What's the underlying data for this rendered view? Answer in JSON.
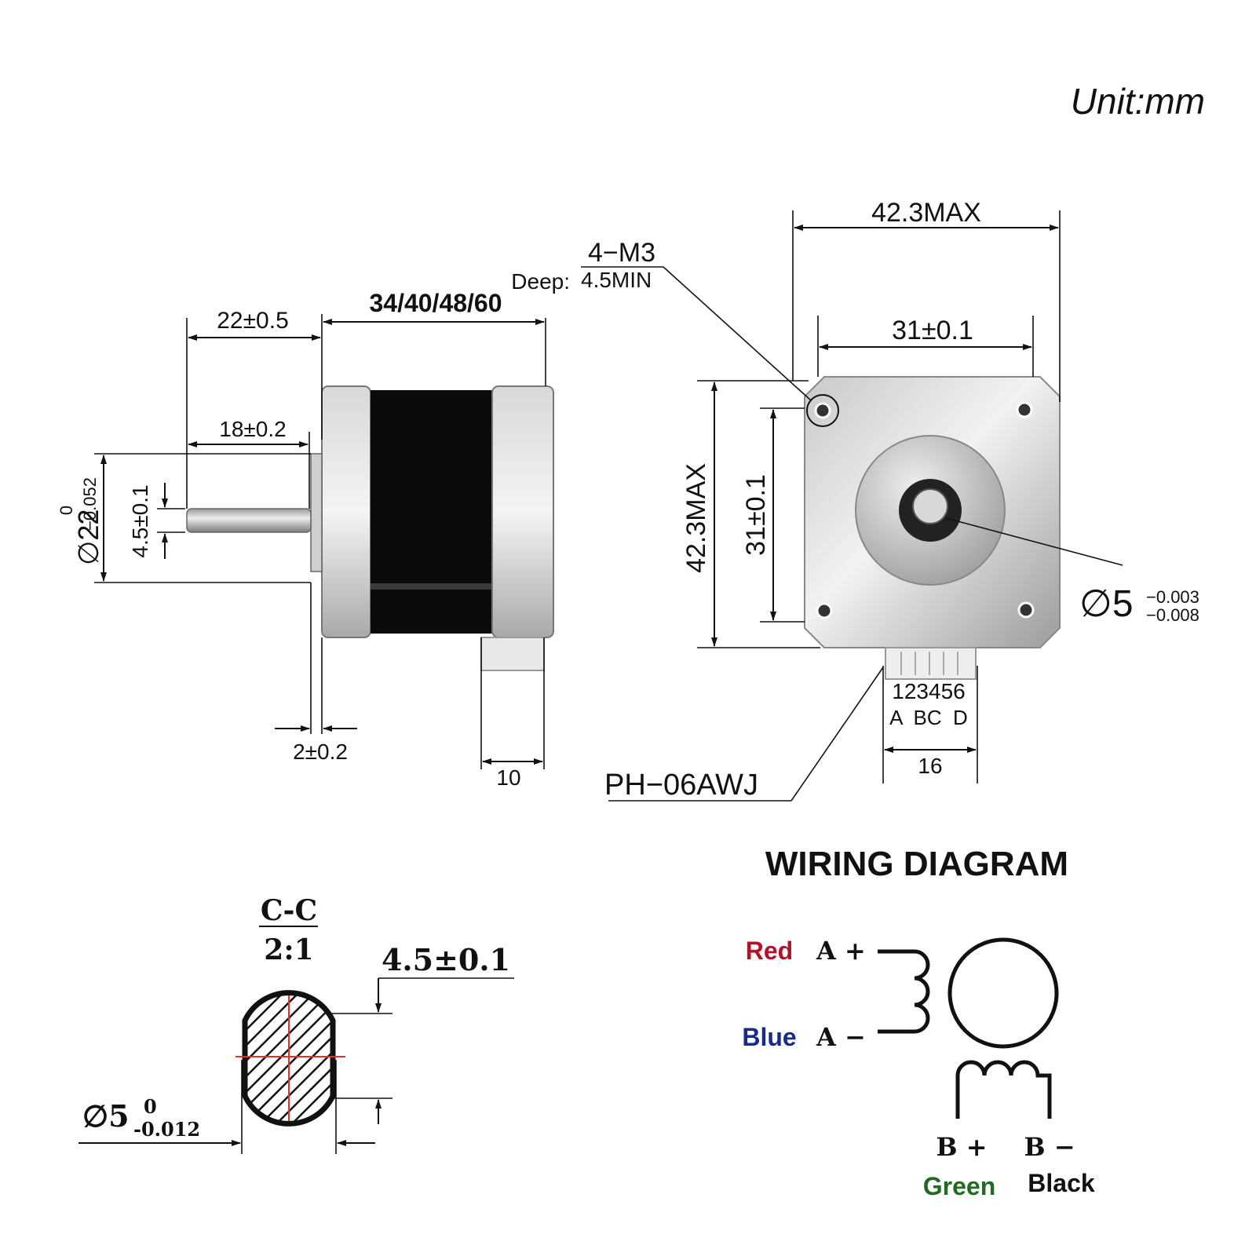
{
  "unit_label": "Unit:mm",
  "side_view": {
    "len_22": "22±0.5",
    "len_body": "34/40/48/60",
    "len_18": "18±0.2",
    "flat_45": "4.5±0.1",
    "boss_main": "∅22",
    "boss_up": "0",
    "boss_low": "−0.052",
    "boss_thk": "2±0.2",
    "conn_10": "10"
  },
  "front_view": {
    "hole_label": "4−M3",
    "deep_label": "Deep:",
    "deep_value": "4.5MIN",
    "width_max": "42.3MAX",
    "width_31": "31±0.1",
    "height_max": "42.3MAX",
    "height_31": "31±0.1",
    "shaft_main": "∅5",
    "shaft_up": "−0.003",
    "shaft_low": "−0.008",
    "pins": "123456",
    "pin_letters": "A  BC  D",
    "conn_16": "16",
    "connector": "PH−06AWJ"
  },
  "section": {
    "title": "C-C",
    "scale": "2:1",
    "flat": "4.5±0.1",
    "dia_main": "∅5",
    "dia_up": "0",
    "dia_low": "-0.012"
  },
  "wiring": {
    "title": "WIRING DIAGRAM",
    "a_plus": "A +",
    "a_minus": "A −",
    "b_plus": "B +",
    "b_minus": "B −",
    "red": "Red",
    "blue": "Blue",
    "green": "Green",
    "black": "Black",
    "colors": {
      "red": "#b0142a",
      "blue": "#1a2a8c",
      "green": "#1f6b1f",
      "black": "#111111"
    }
  }
}
